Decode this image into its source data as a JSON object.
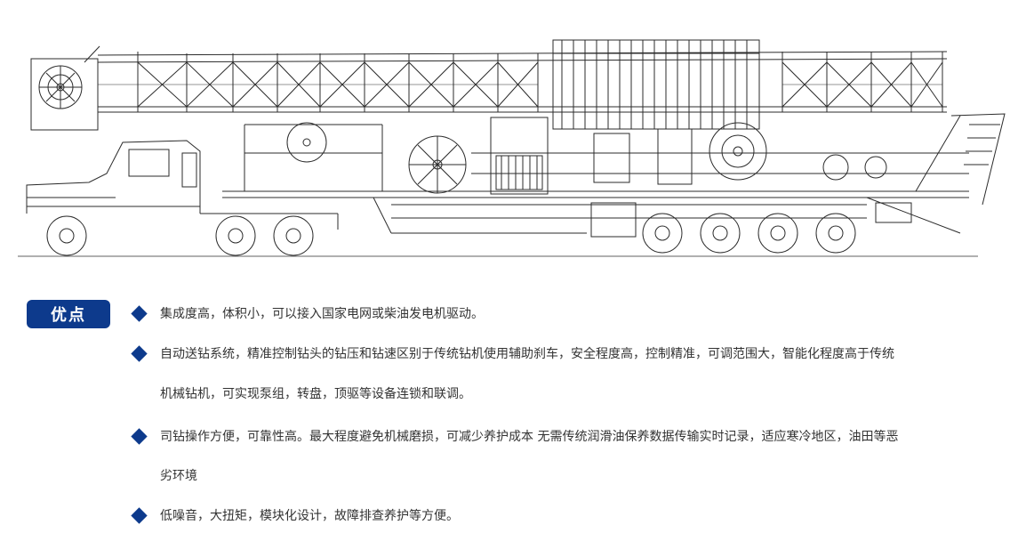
{
  "colors": {
    "badge_bg": "#0d3a8c",
    "bullet": "#0d3a8c",
    "text": "#333333",
    "drawing_stroke": "#2b2b2b"
  },
  "illustration": {
    "icon": "truck-mounted-drilling-rig-line-drawing"
  },
  "section": {
    "badge_label": "优点"
  },
  "advantages": [
    {
      "lines": [
        "集成度高，体积小，可以接入国家电网或柴油发电机驱动。"
      ]
    },
    {
      "lines": [
        "自动送钻系统，精准控制钻头的钻压和钻速区别于传统钻机使用辅助刹车，安全程度高，控制精准，可调范围大，智能化程度高于传统",
        "机械钻机，可实现泵组，转盘，顶驱等设备连锁和联调。"
      ]
    },
    {
      "lines": [
        "司钻操作方便，可靠性高。最大程度避免机械磨损，可减少养护成本  无需传统润滑油保养数据传输实时记录，适应寒冷地区，油田等恶",
        "劣环境"
      ]
    },
    {
      "lines": [
        "低噪音，大扭矩，模块化设计，故障排查养护等方便。"
      ]
    }
  ]
}
